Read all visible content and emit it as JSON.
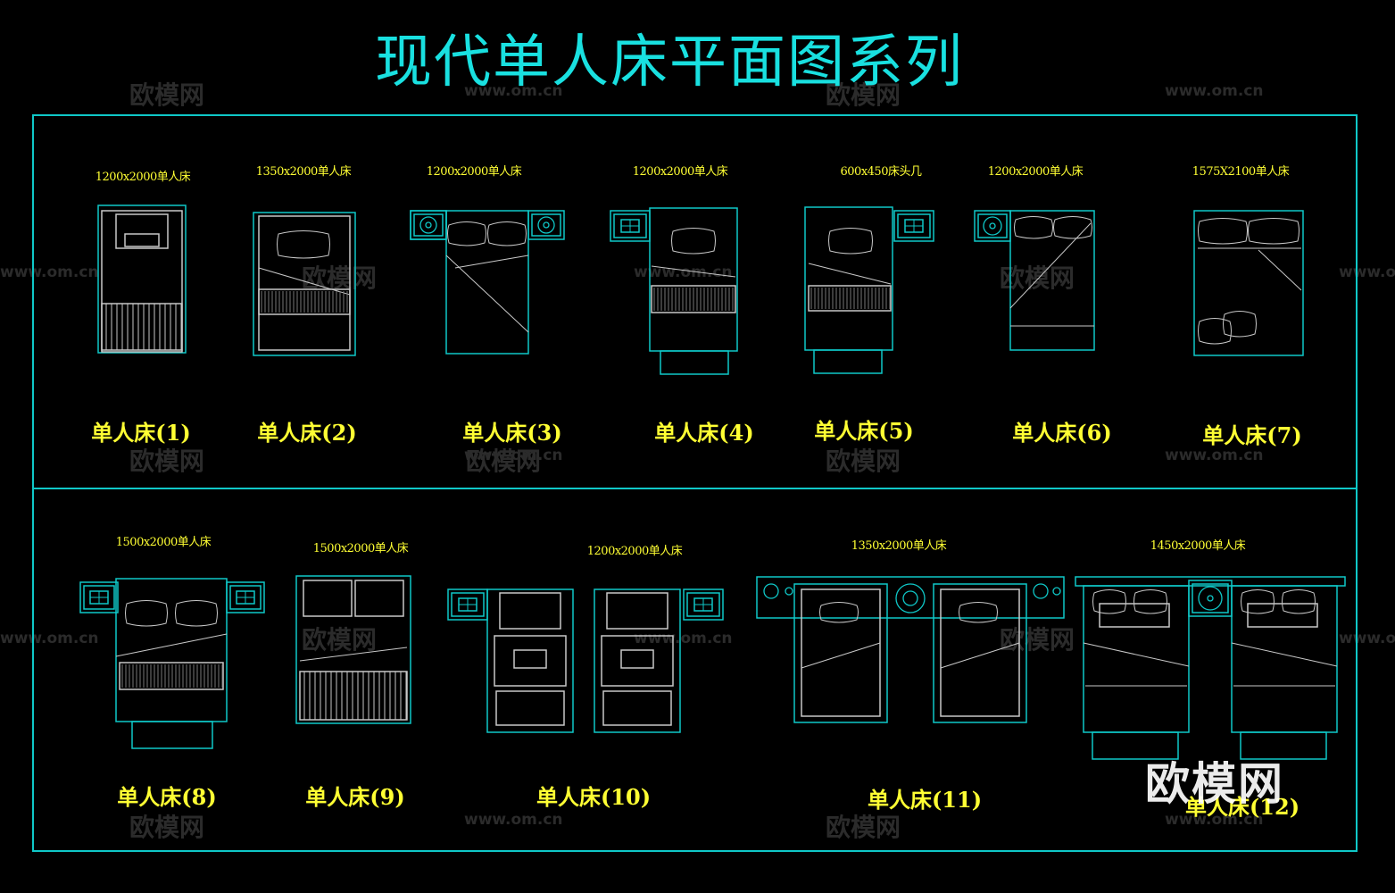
{
  "title": "现代单人床平面图系列",
  "colors": {
    "line": "#0fc8c8",
    "text": "#ffff33",
    "title": "#19e0e0",
    "furniture": "#c8c8c8"
  },
  "watermark": {
    "brand": "欧模网",
    "url": "www.om.cn"
  },
  "logo": "欧模网",
  "row1": [
    {
      "spec": "1200x2000单人床",
      "label": "单人床(1)"
    },
    {
      "spec": "1350x2000单人床",
      "label": "单人床(2)"
    },
    {
      "spec": "1200x2000单人床",
      "label": "单人床(3)"
    },
    {
      "spec": "1200x2000单人床",
      "label": "单人床(4)"
    },
    {
      "spec": "600x450床头几",
      "label": "单人床(5)"
    },
    {
      "spec": "1200x2000单人床",
      "label": "单人床(6)"
    },
    {
      "spec": "1575X2100单人床",
      "label": "单人床(7)"
    }
  ],
  "row2": [
    {
      "spec": "1500x2000单人床",
      "label": "单人床(8)"
    },
    {
      "spec": "1500x2000单人床",
      "label": "单人床(9)"
    },
    {
      "spec": "1200x2000单人床",
      "label": "单人床(10)"
    },
    {
      "spec": "1350x2000单人床",
      "label": "单人床(11)"
    },
    {
      "spec": "1450x2000单人床",
      "label": "单人床(12)"
    }
  ]
}
